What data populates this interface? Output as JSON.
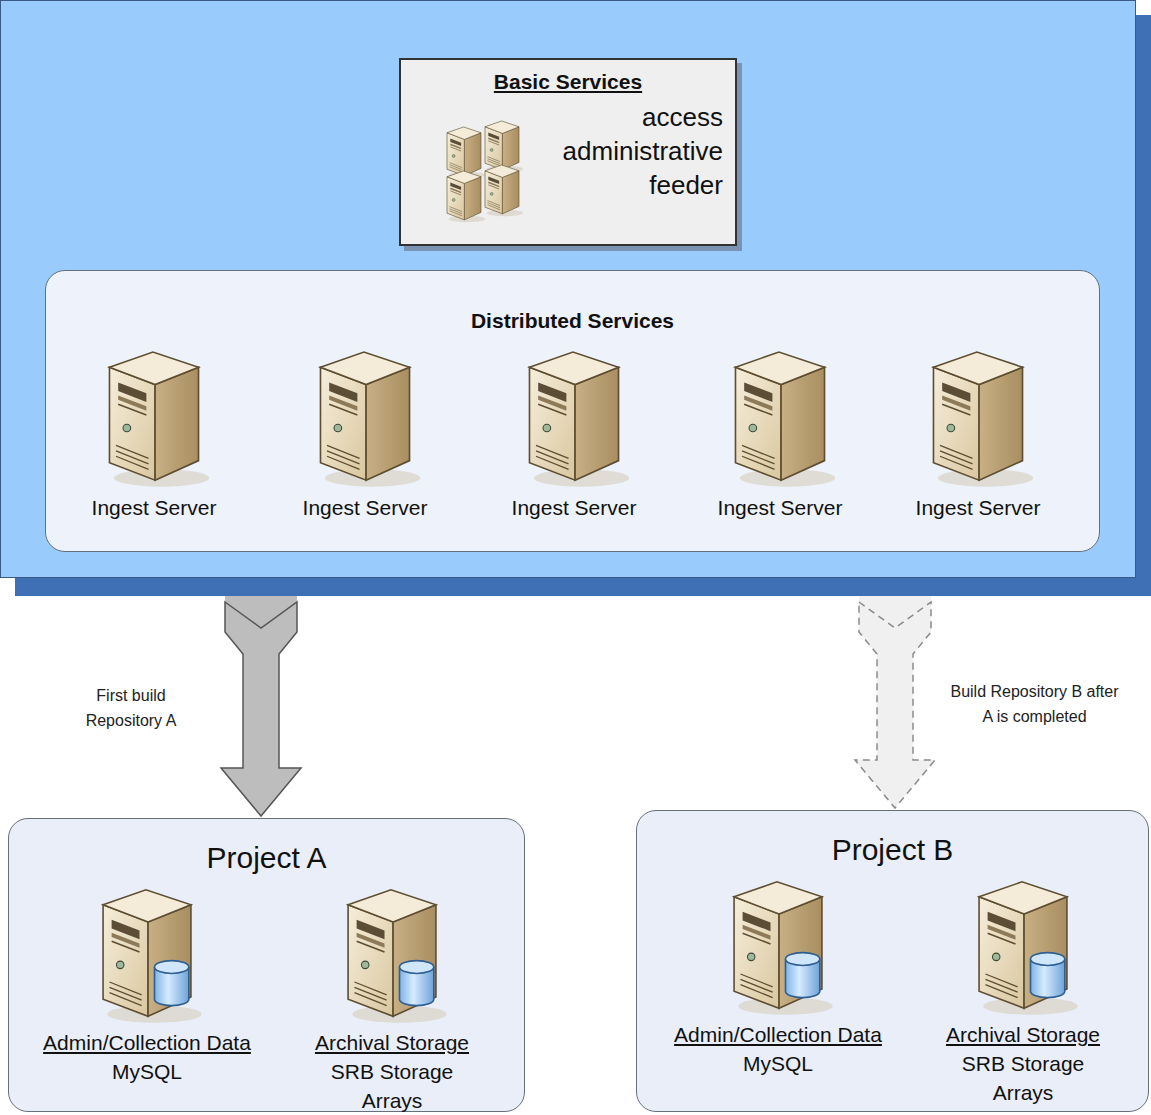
{
  "diagram": {
    "nodes": [
      {
        "text": [
          "Basic Services",
          "access administrative feeder"
        ]
      },
      {
        "text": [
          "Distributed Services"
        ]
      },
      {
        "text": [
          "Ingest Server"
        ],
        "in": 1
      },
      {
        "text": [
          "Ingest Server"
        ],
        "in": 1
      },
      {
        "text": [
          "Ingest Server"
        ],
        "in": 1
      },
      {
        "text": [
          "Ingest Server"
        ],
        "in": 1
      },
      {
        "text": [
          "Ingest Server"
        ],
        "in": 1
      },
      {
        "text": [
          "Project A"
        ]
      },
      {
        "text": [
          "Admin/Collection Data",
          "MySQL"
        ],
        "in": 7
      },
      {
        "text": [
          "Archival Storage",
          "SRB Storage Arrays"
        ],
        "in": 7
      },
      {
        "text": [
          "Project B"
        ]
      },
      {
        "text": [
          "Admin/Collection Data",
          "MySQL"
        ],
        "in": 10
      },
      {
        "text": [
          "Archival Storage",
          "SRB Storage Arrays"
        ],
        "in": 10
      }
    ],
    "edges": [
      {
        "from": 1,
        "to": 7,
        "arrow": "to",
        "label": "First build Repository A"
      },
      {
        "from": 1,
        "to": 10,
        "arrow": "to",
        "label": "Build Repository B after A is completed"
      }
    ]
  }
}
